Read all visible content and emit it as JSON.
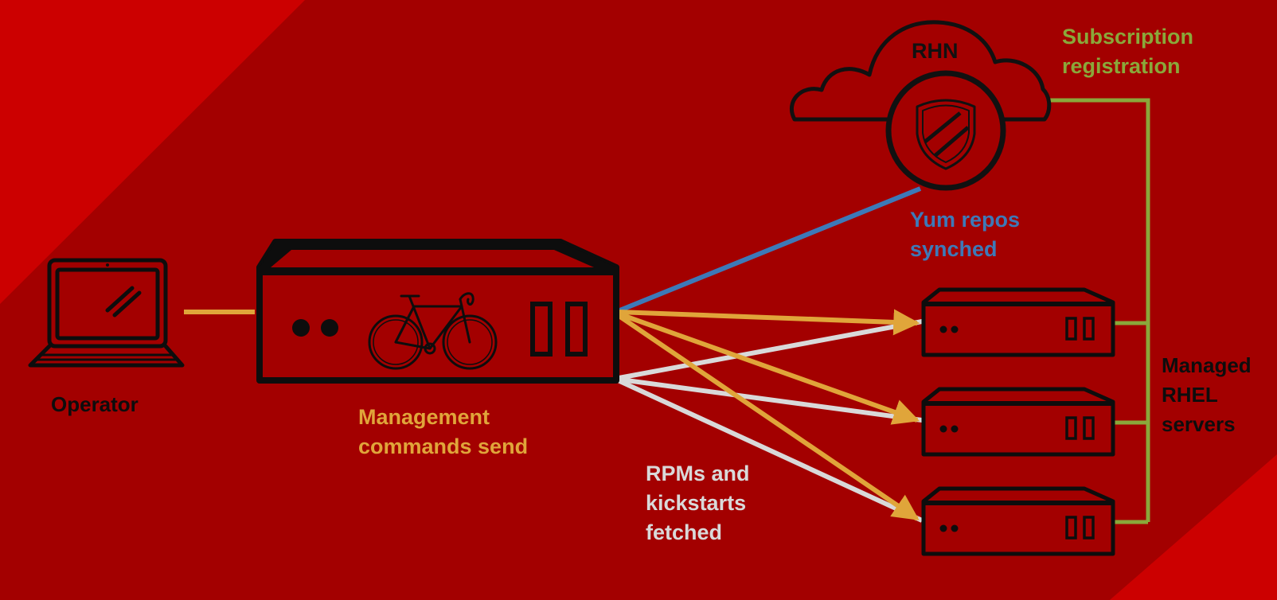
{
  "colors": {
    "background": "#a30000",
    "corner_stripe": "#cc0000",
    "outline": "#0d0d0d",
    "operator_link": "#e0a53a",
    "management": "#e0a53a",
    "rpms": "#d9d9d9",
    "yum": "#3d79b8",
    "subscription": "#8aa83a"
  },
  "icons": {
    "operator": "laptop-icon",
    "satellite": "server-icon",
    "satellite_logo": "bicycle-icon",
    "rhn": "cloud-icon",
    "rhn_badge": "shield-icon",
    "managed": "server-icon"
  },
  "labels": {
    "rhn": "RHN",
    "subscription_line1": "Subscription",
    "subscription_line2": "registration",
    "yum_line1": "Yum repos",
    "yum_line2": "synched",
    "operator": "Operator",
    "management_line1": "Management",
    "management_line2": "commands send",
    "rpms_line1": "RPMs and",
    "rpms_line2": "kickstarts",
    "rpms_line3": "fetched",
    "managed_line1": "Managed",
    "managed_line2": "RHEL",
    "managed_line3": "servers"
  }
}
